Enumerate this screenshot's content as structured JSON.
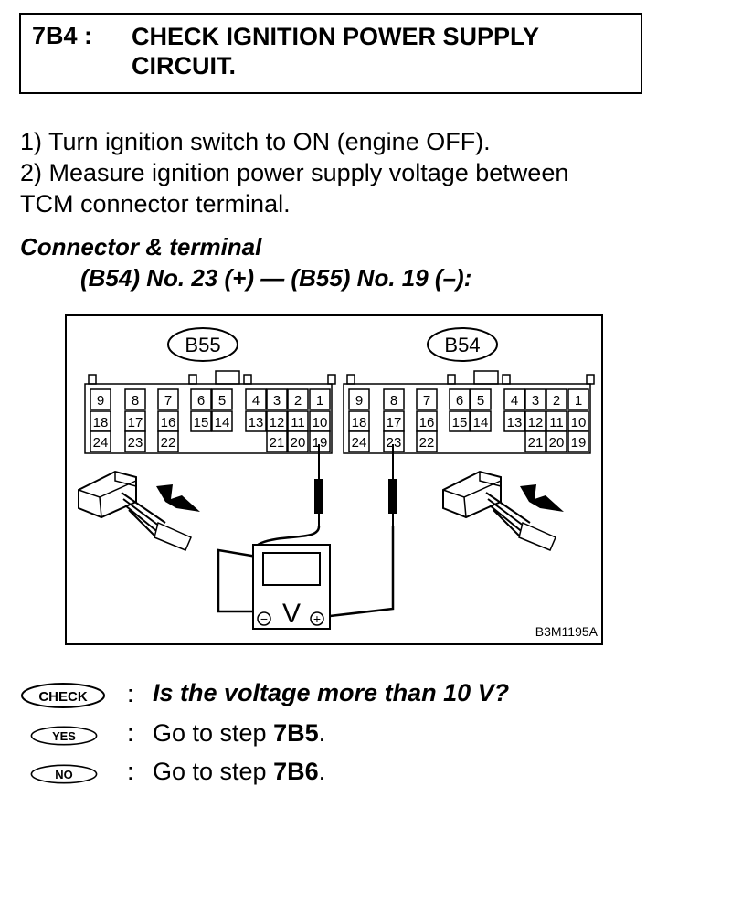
{
  "header": {
    "step_id": "7B4 :",
    "title": "CHECK IGNITION POWER SUPPLY CIRCUIT."
  },
  "instructions": [
    "1)  Turn ignition switch to ON (engine OFF).",
    "2)  Measure ignition power supply voltage between",
    "TCM connector terminal."
  ],
  "connector": {
    "heading": "Connector & terminal",
    "detail": "(B54) No. 23 (+) — (B55) No. 19 (–):"
  },
  "diagram": {
    "left_connector_label": "B55",
    "right_connector_label": "B54",
    "row1": [
      "9",
      "8",
      "7",
      "6",
      "5",
      "4",
      "3",
      "2",
      "1"
    ],
    "row2": [
      "18",
      "17",
      "16",
      "15",
      "14",
      "13",
      "12",
      "11",
      "10"
    ],
    "row3": [
      "24",
      "23",
      "22",
      "21",
      "20",
      "19"
    ],
    "meter_symbol": "V",
    "meter_minus": "−",
    "meter_plus": "+",
    "figure_code": "B3M1195A"
  },
  "results": {
    "check_badge": "CHECK",
    "check_question": "Is the voltage more than 10 V?",
    "yes_badge": "YES",
    "yes_text": "Go to step ",
    "yes_ref": "7B5",
    "no_badge": "NO",
    "no_text": "Go to step ",
    "no_ref": "7B6",
    "colon": ":",
    "period": "."
  }
}
